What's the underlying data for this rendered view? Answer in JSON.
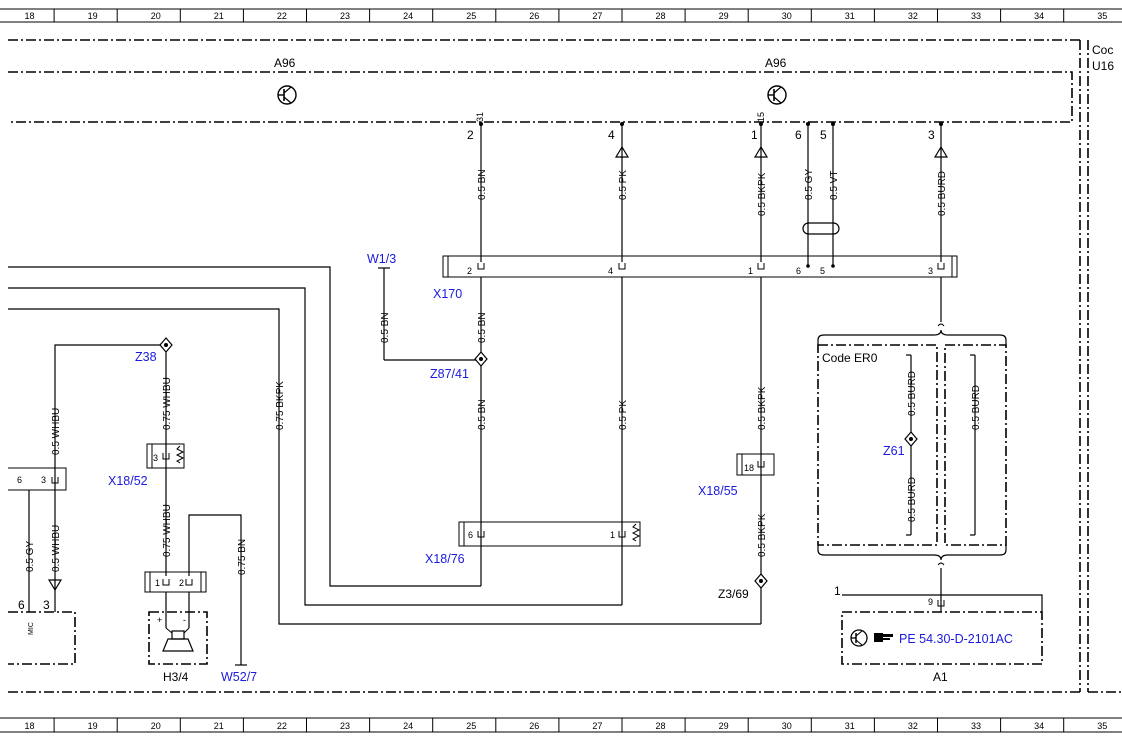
{
  "grid_numbers": [
    "18",
    "19",
    "20",
    "21",
    "22",
    "23",
    "24",
    "25",
    "26",
    "27",
    "28",
    "29",
    "30",
    "31",
    "32",
    "33",
    "34",
    "35"
  ],
  "right_margin_text": [
    "Coc",
    "U16"
  ],
  "components": {
    "a96_left": "A96",
    "a96_right": "A96",
    "a1": "A1",
    "h3_4": "H3/4",
    "w52_7": "W52/7",
    "w1_3": "W1/3",
    "x170": "X170",
    "z38": "Z38",
    "z87_41": "Z87/41",
    "x18_52": "X18/52",
    "x18_55": "X18/55",
    "x18_76": "X18/76",
    "z3_69": "Z3/69",
    "z61": "Z61",
    "code_er0": "Code ER0",
    "pe_ref": "PE 54.30-D-2101AC",
    "mic": "MIC"
  },
  "wires": {
    "w_2_31": "0.5 BN",
    "w_4": "0.5 PK",
    "w_1_15": "0.5 BKPK",
    "w_6": "0.5 GY",
    "w_5": "0.5 VT",
    "w_3": "0.5 BURD",
    "w_bn_mid": "0.5 BN",
    "w_w13": "0.5 BN",
    "w_bn_low": "0.5 BN",
    "w_pk_low": "0.5 PK",
    "w_bkpk_mid": "0.5 BKPK",
    "w_bkpk_low": "0.5 BKPK",
    "w_bkpk_long": "0.75 BKPK",
    "w_whbu_left": "0.5 WHBU",
    "w_whbu_z38": "0.75 WHBU",
    "w_whbu_low": "0.75 WHBU",
    "w_bn_w52": "0.75 BN",
    "w_gy_left": "0.5 GY",
    "w_whbu_left2": "0.5 WHBU",
    "w_burd_up": "0.5 BURD",
    "w_burd_down": "0.5 BURD",
    "w_burd_right": "0.5 BURD"
  },
  "pins": {
    "a96_2": "2",
    "a96_31": "31",
    "a96_4": "4",
    "a96_1": "1",
    "a96_15": "15",
    "a96_6": "6",
    "a96_5": "5",
    "a96_3": "3",
    "x170_2": "2",
    "x170_4": "4",
    "x170_1": "1",
    "x170_6": "6",
    "x170_5": "5",
    "x170_3": "3",
    "x18_52_3": "3",
    "x18_55_18": "18",
    "x18_76_6": "6",
    "x18_76_1": "1",
    "left_6": "6",
    "left_3": "3",
    "h34_1": "1",
    "h34_2": "2",
    "mic_6": "6",
    "mic_3": "3",
    "a1_1": "1",
    "a1_9": "9",
    "spk_plus": "+",
    "spk_minus": "-"
  }
}
